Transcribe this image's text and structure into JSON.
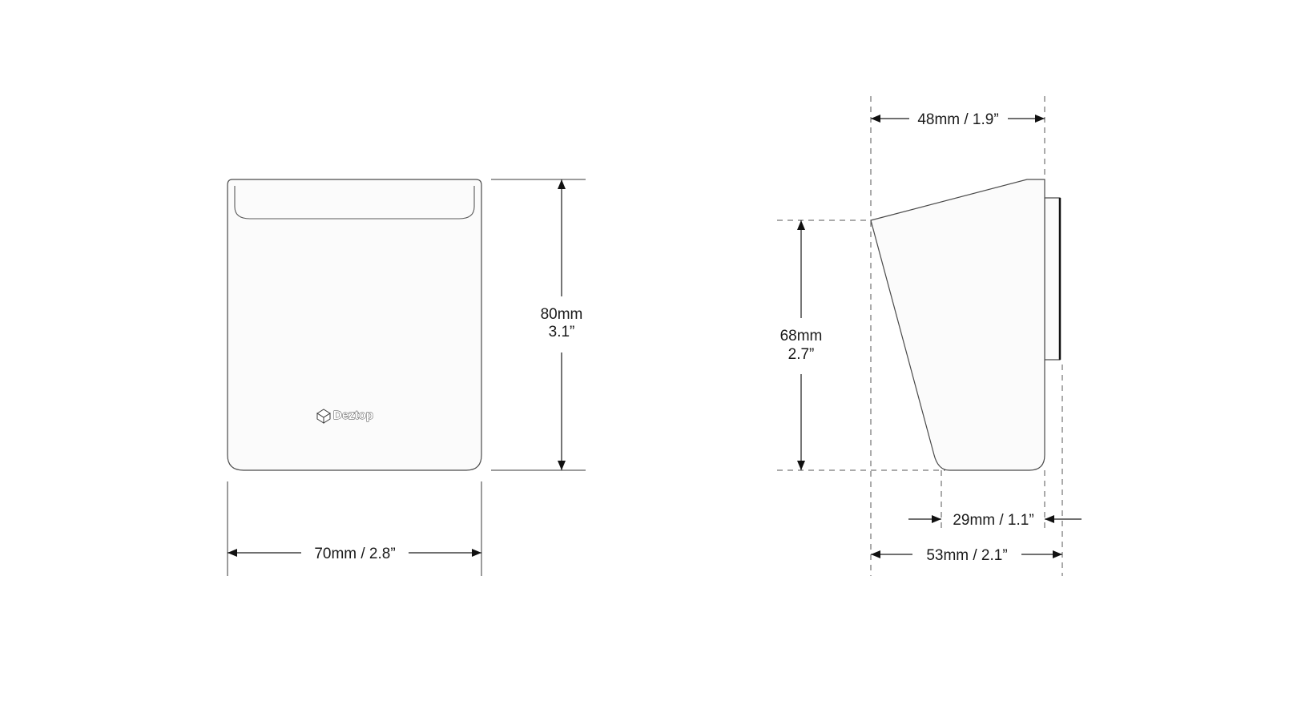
{
  "front_view": {
    "height_mm": "80mm",
    "height_in": "3.1”",
    "width": "70mm / 2.8”",
    "logo_text": "Deztop",
    "logo_icon": "cube-logo-icon"
  },
  "side_view": {
    "top_depth": "48mm / 1.9”",
    "front_height_mm": "68mm",
    "front_height_in": "2.7”",
    "base_depth": "29mm / 1.1”",
    "total_depth": "53mm / 2.1”"
  }
}
